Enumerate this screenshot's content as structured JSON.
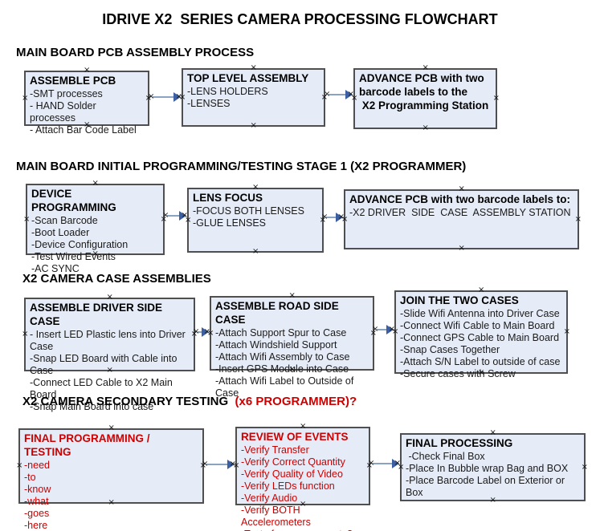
{
  "title": "IDRIVE X2  SERIES CAMERA PROCESSING FLOWCHART",
  "colors": {
    "box_fill": "#e6ecf7",
    "box_border": "#4f4f4f",
    "red_text": "#cc0000",
    "black_text": "#000000",
    "arrow_line": "#8aa3c2",
    "arrow_head": "#3b5fa0"
  },
  "handle_glyph": "×",
  "sections": [
    {
      "header_parts": [
        {
          "text": "MAIN BOARD PCB ASSEMBLY PROCESS",
          "color": "#000000"
        }
      ],
      "boxes": [
        {
          "title": "ASSEMBLE PCB",
          "title_color": "#000000",
          "items": [
            "-SMT processes",
            "- HAND Solder processes",
            "- Attach Bar Code Label"
          ],
          "items_bold": false,
          "item_color": "#1a1a1a"
        },
        {
          "title": "TOP LEVEL ASSEMBLY",
          "title_color": "#000000",
          "items": [
            "-LENS HOLDERS",
            "-LENSES"
          ],
          "items_bold": false,
          "item_color": "#1a1a1a"
        },
        {
          "title": "ADVANCE PCB with two barcode labels to the\n X2 Programming Station",
          "title_color": "#000000",
          "items": [],
          "items_bold": true,
          "item_color": "#000000"
        }
      ]
    },
    {
      "header_parts": [
        {
          "text": "MAIN BOARD INITIAL PROGRAMMING/TESTING STAGE 1 (X2 PROGRAMMER)",
          "color": "#000000"
        }
      ],
      "boxes": [
        {
          "title": "DEVICE PROGRAMMING",
          "title_color": "#000000",
          "items": [
            "-Scan Barcode",
            "-Boot Loader",
            "-Device Configuration",
            "-Test Wired Events",
            "-AC SYNC"
          ],
          "items_bold": false,
          "item_color": "#1a1a1a"
        },
        {
          "title": "LENS FOCUS",
          "title_color": "#000000",
          "items": [
            "-FOCUS BOTH LENSES",
            "-GLUE LENSES"
          ],
          "items_bold": false,
          "item_color": "#1a1a1a"
        },
        {
          "title": "ADVANCE PCB with two barcode labels to:",
          "title_color": "#000000",
          "items": [
            "-X2 DRIVER  SIDE  CASE  ASSEMBLY STATION"
          ],
          "items_bold": false,
          "item_color": "#1a1a1a"
        }
      ]
    },
    {
      "header_parts": [
        {
          "text": "X2 CAMERA CASE ASSEMBLIES",
          "color": "#000000"
        }
      ],
      "boxes": [
        {
          "title": "ASSEMBLE DRIVER SIDE CASE",
          "title_color": "#000000",
          "items": [
            "- Insert LED Plastic lens into Driver Case",
            "-Snap LED Board with Cable into Case",
            "-Connect LED Cable to X2 Main Board",
            "-Snap Main Board into case"
          ],
          "items_bold": false,
          "item_color": "#1a1a1a"
        },
        {
          "title": "ASSEMBLE ROAD SIDE CASE",
          "title_color": "#000000",
          "items": [
            "-Attach Support Spur to Case",
            "-Attach Windshield Support",
            "-Attach Wifi Assembly to Case",
            "-Insert GPS Module into Case",
            "-Attach Wifi Label to Outside of Case"
          ],
          "items_bold": false,
          "item_color": "#1a1a1a"
        },
        {
          "title": "JOIN THE TWO CASES",
          "title_color": "#000000",
          "items": [
            "-Slide Wifi Antenna into Driver Case",
            "-Connect Wifi Cable to Main Board",
            "-Connect GPS Cable to Main Board",
            "-Snap Cases Together",
            "-Attach S/N Label to outside of case",
            "-Secure cases with Screw"
          ],
          "items_bold": false,
          "item_color": "#1a1a1a"
        }
      ]
    },
    {
      "header_parts": [
        {
          "text": "X2 CAMERA SECONDARY TESTING ",
          "color": "#000000"
        },
        {
          "text": " (x6 PROGRAMMER)?",
          "color": "#cc0000"
        }
      ],
      "boxes": [
        {
          "title": "FINAL PROGRAMMING / TESTING",
          "title_color": "#cc0000",
          "items": [
            "-need",
            "-to",
            "-know",
            "-what",
            "-goes",
            "-here"
          ],
          "items_bold": false,
          "item_color": "#cc0000"
        },
        {
          "title": "REVIEW OF EVENTS",
          "title_color": "#cc0000",
          "items": [
            "-Verify Transfer",
            "-Verify Correct Quantity",
            "-Verify Quality of Video",
            "-Verify LEDs function",
            "-Verify Audio",
            "-Verify BOTH Accelerometers",
            "-Test of accessory ports?"
          ],
          "items_bold": false,
          "item_color": "#cc0000"
        },
        {
          "title": "FINAL PROCESSING",
          "title_color": "#000000",
          "items": [
            " -Check Final Box",
            "-Place In Bubble wrap Bag and BOX",
            "-Place Barcode Label on Exterior or Box"
          ],
          "items_bold": false,
          "item_color": "#1a1a1a"
        }
      ]
    }
  ]
}
